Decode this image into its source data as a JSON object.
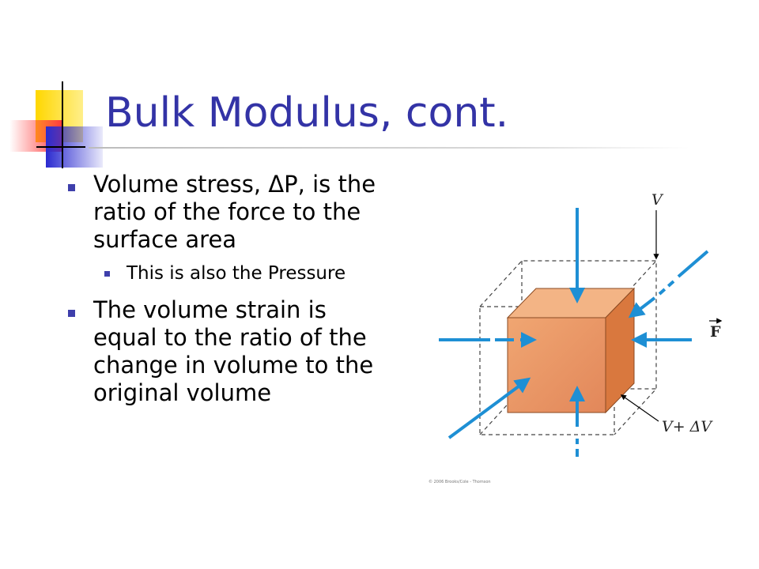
{
  "slide": {
    "title": "Bulk Modulus, cont.",
    "bullets": [
      {
        "level": 1,
        "text": "Volume stress, ΔP, is the ratio of the force to the surface area"
      },
      {
        "level": 2,
        "text": "This is also the Pressure"
      },
      {
        "level": 1,
        "text": "The volume strain is equal to the ratio of the change in volume to the original volume"
      }
    ]
  },
  "figure": {
    "label_v": "V",
    "label_f": "F",
    "label_v_plus": "V+ ΔV",
    "credit": "© 2006 Brooks/Cole - Thomson"
  },
  "colors": {
    "title": "#3333a6",
    "bullet": "#3e3fab",
    "cube_front": "#eb9a68",
    "cube_top": "#f3b485",
    "cube_side": "#d9783e",
    "arrow": "#1e8fd4"
  }
}
